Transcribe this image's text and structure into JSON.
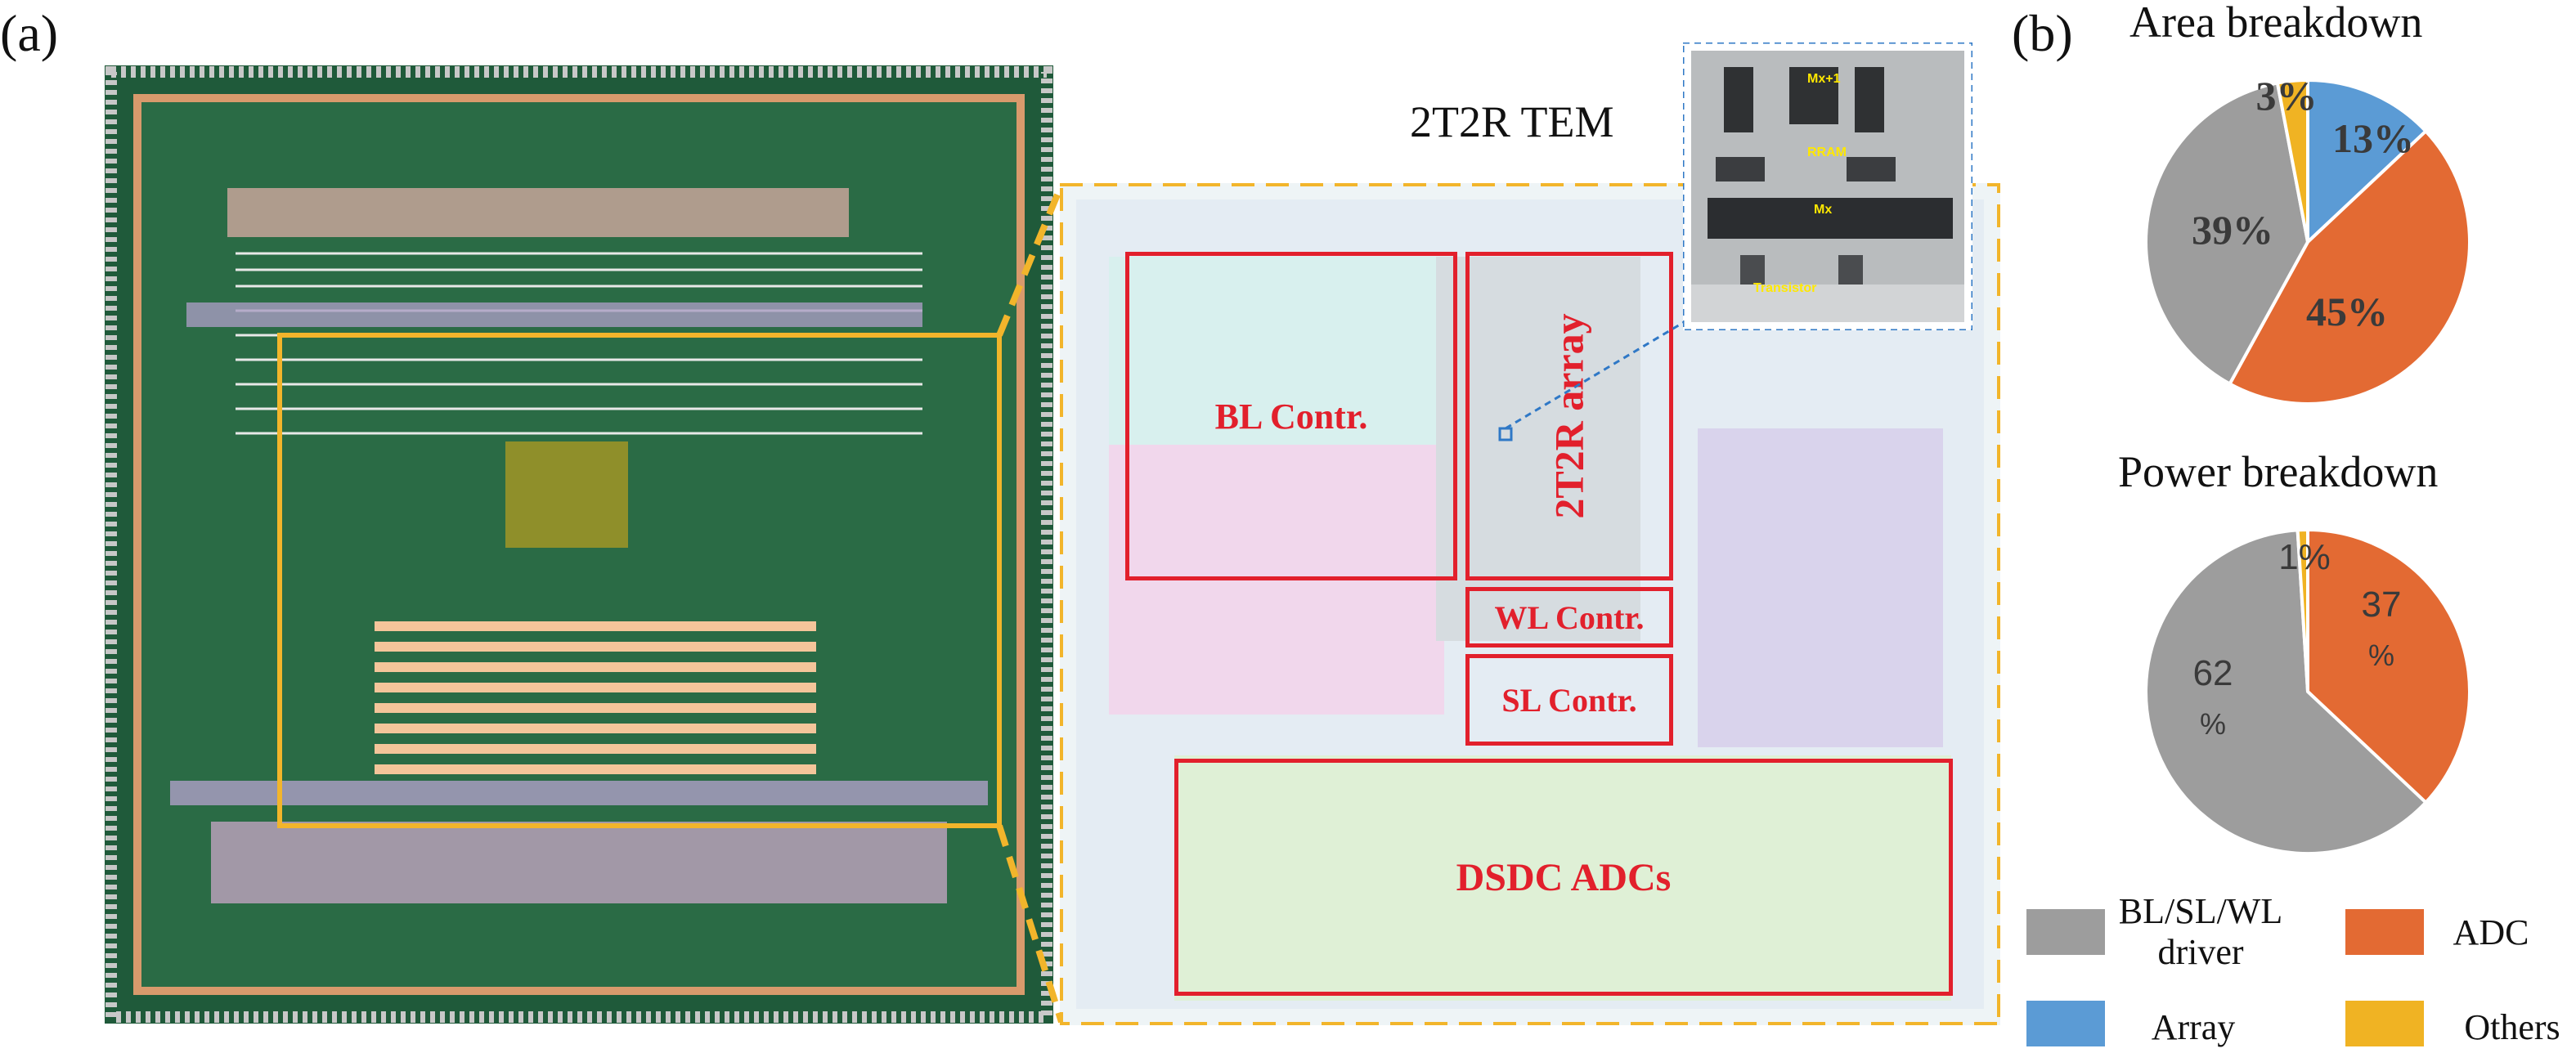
{
  "panels": {
    "a": "(a)",
    "b": "(b)"
  },
  "tem": {
    "title": "2T2R TEM",
    "layers": [
      "Mx+1",
      "RRAM",
      "Mx",
      "Transistor"
    ]
  },
  "blocks": {
    "bl": "BL Contr.",
    "array": "2T2R array",
    "wl": "WL Contr.",
    "sl": "SL Contr.",
    "adc": "DSDC ADCs"
  },
  "colors": {
    "driver": "#9d9d9d",
    "adc": "#e36a33",
    "array": "#5b9bd5",
    "others": "#f0b323",
    "callout": "#e2202c",
    "zoom": "#f2b52b"
  },
  "legend": {
    "driver_line1": "BL/SL/WL",
    "driver_line2": "driver",
    "adc": "ADC",
    "array": "Array",
    "others": "Others"
  },
  "chart_data": [
    {
      "type": "pie",
      "title": "Area breakdown",
      "categories": [
        "Array",
        "ADC",
        "BL/SL/WL driver",
        "Others"
      ],
      "values": [
        13,
        45,
        39,
        3
      ],
      "labels": [
        "13%",
        "45%",
        "39%",
        "3%"
      ]
    },
    {
      "type": "pie",
      "title": "Power breakdown",
      "categories": [
        "ADC",
        "BL/SL/WL driver",
        "Others"
      ],
      "values": [
        37,
        62,
        1
      ],
      "labels": [
        "37 %",
        "62 %",
        "1%"
      ]
    }
  ]
}
